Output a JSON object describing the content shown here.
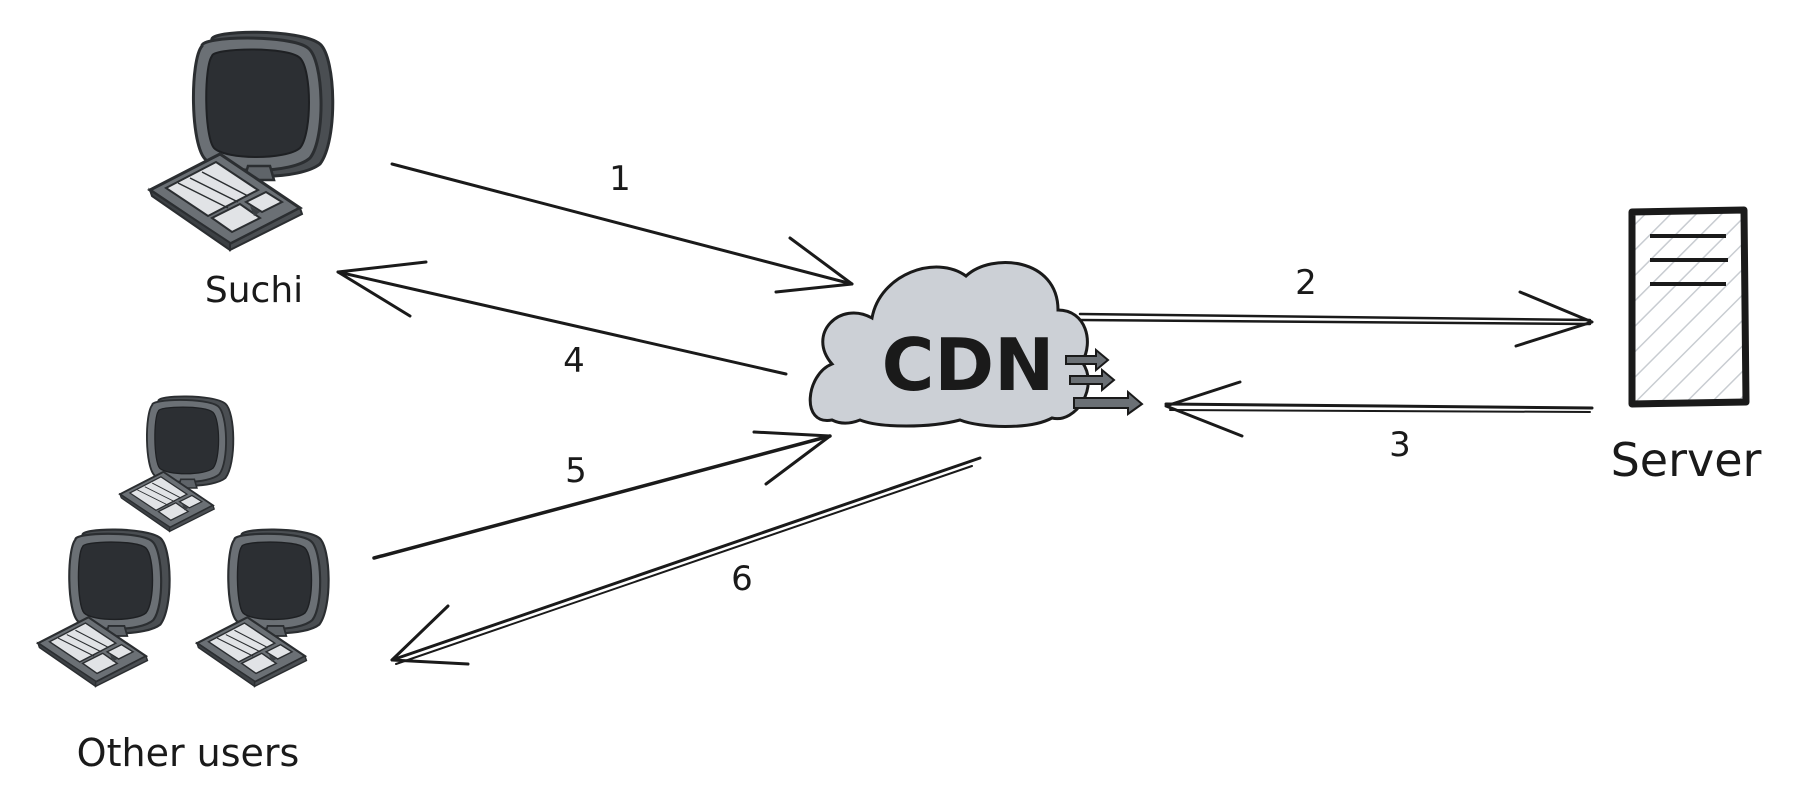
{
  "nodes": {
    "suchi": {
      "label": "Suchi"
    },
    "other_users": {
      "label": "Other users"
    },
    "cdn": {
      "label": "CDN"
    },
    "server": {
      "label": "Server"
    }
  },
  "steps": {
    "s1": "1",
    "s2": "2",
    "s3": "3",
    "s4": "4",
    "s5": "5",
    "s6": "6"
  },
  "colors": {
    "ink": "#1a1a1a",
    "computer_body": "#5f6469",
    "computer_outline": "#2b2e31",
    "screen": "#2c2f33",
    "cloud_fill": "#ccd0d6",
    "server_hatch": "#c8ccd1"
  },
  "icons": [
    "computer-icon",
    "cloud-icon",
    "server-icon"
  ]
}
